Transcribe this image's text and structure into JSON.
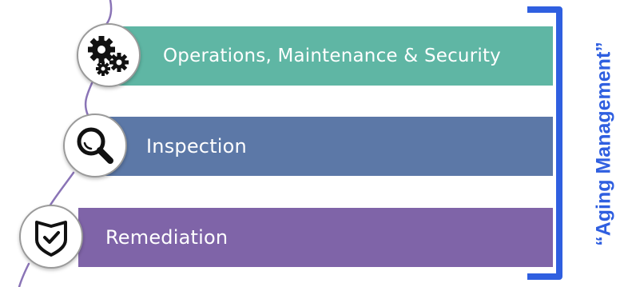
{
  "steps": [
    {
      "label": "Operations, Maintenance & Security",
      "icon": "gears-icon",
      "color": "#5fb6a4"
    },
    {
      "label": "Inspection",
      "icon": "magnifier-icon",
      "color": "#5c78a7"
    },
    {
      "label": "Remediation",
      "icon": "shield-check-icon",
      "color": "#7f64a8"
    }
  ],
  "bracket_label": "“Aging Management”",
  "colors": {
    "bracket": "#2f5fe0",
    "connector": "#8a74b6",
    "icon": "#111111"
  }
}
